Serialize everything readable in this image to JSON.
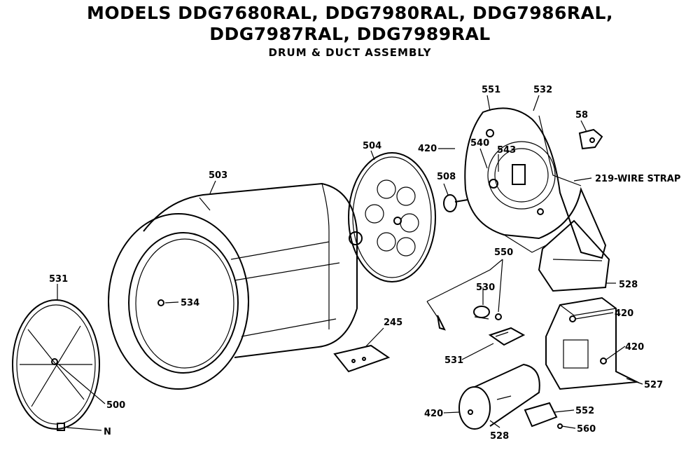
{
  "title": {
    "line1": "MODELS DDG7680RAL, DDG7980RAL, DDG7986RAL,",
    "line2": "DDG7987RAL, DDG7989RAL",
    "subtitle": "DRUM & DUCT ASSEMBLY"
  },
  "labels": {
    "p503": "503",
    "p504": "504",
    "p420a": "420",
    "p540": "540",
    "p543": "543",
    "p551": "551",
    "p532": "532",
    "p58": "58",
    "p219": "219-WIRE STRAP",
    "p508": "508",
    "p550": "550",
    "p530": "530",
    "p528a": "528",
    "p420b": "420",
    "p420c": "420",
    "p527": "527",
    "p531a": "531",
    "p534": "534",
    "p245": "245",
    "p531b": "531",
    "p500": "500",
    "pN": "N",
    "p420d": "420",
    "p528b": "528",
    "p552": "552",
    "p560": "560"
  }
}
